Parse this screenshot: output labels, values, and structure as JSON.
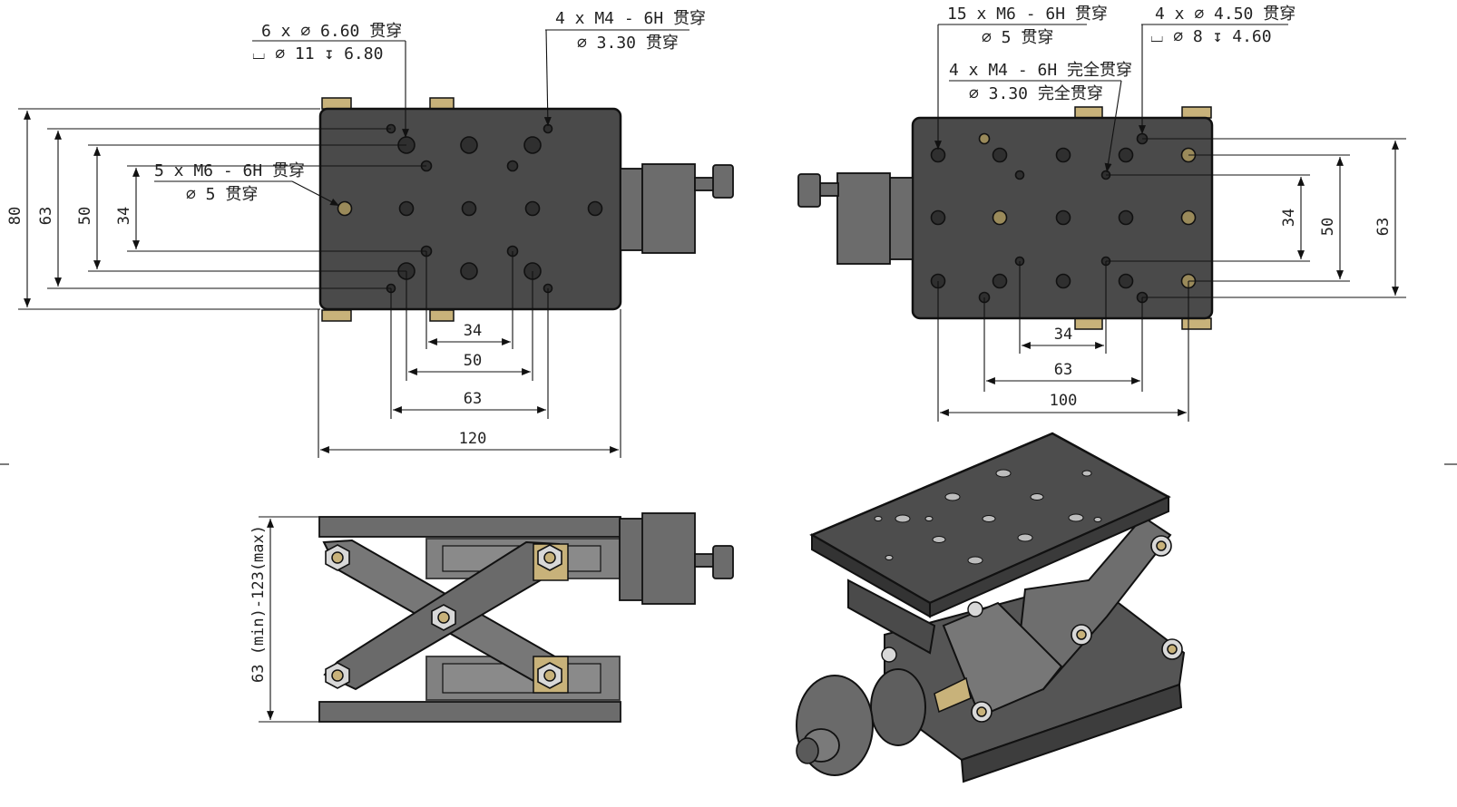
{
  "views": {
    "top_left": {
      "notes": {
        "hole_6x": [
          "6 x ∅ 6.60 贯穿",
          "⌴ ∅ 11 ↧ 6.80"
        ],
        "hole_4x_m4": [
          "4 x  M4 - 6H 贯穿",
          "∅ 3.30 贯穿"
        ],
        "hole_5x_m6": [
          "5 x  M6 - 6H 贯穿",
          "∅ 5 贯穿"
        ]
      },
      "dims_vertical": [
        "80",
        "63",
        "50",
        "34"
      ],
      "dims_horizontal": [
        "34",
        "50",
        "63",
        "120"
      ]
    },
    "top_right": {
      "notes": {
        "hole_15x_m6": [
          "15 x  M6 - 6H 贯穿",
          "∅ 5 贯穿"
        ],
        "hole_4x_450": [
          "4 x ∅ 4.50 贯穿",
          "⌴ ∅ 8 ↧ 4.60"
        ],
        "hole_4x_m4_full": [
          "4 x  M4 - 6H 完全贯穿",
          "∅ 3.30 完全贯穿"
        ]
      },
      "dims_vertical": [
        "34",
        "50",
        "63"
      ],
      "dims_horizontal": [
        "34",
        "63",
        "100"
      ]
    },
    "side": {
      "height_label": "63 (min)-123(max)"
    }
  },
  "colors": {
    "plate": "#4a4a4a",
    "metal": "#6c6c6c",
    "brass": "#c8b27a",
    "line": "#111111"
  }
}
